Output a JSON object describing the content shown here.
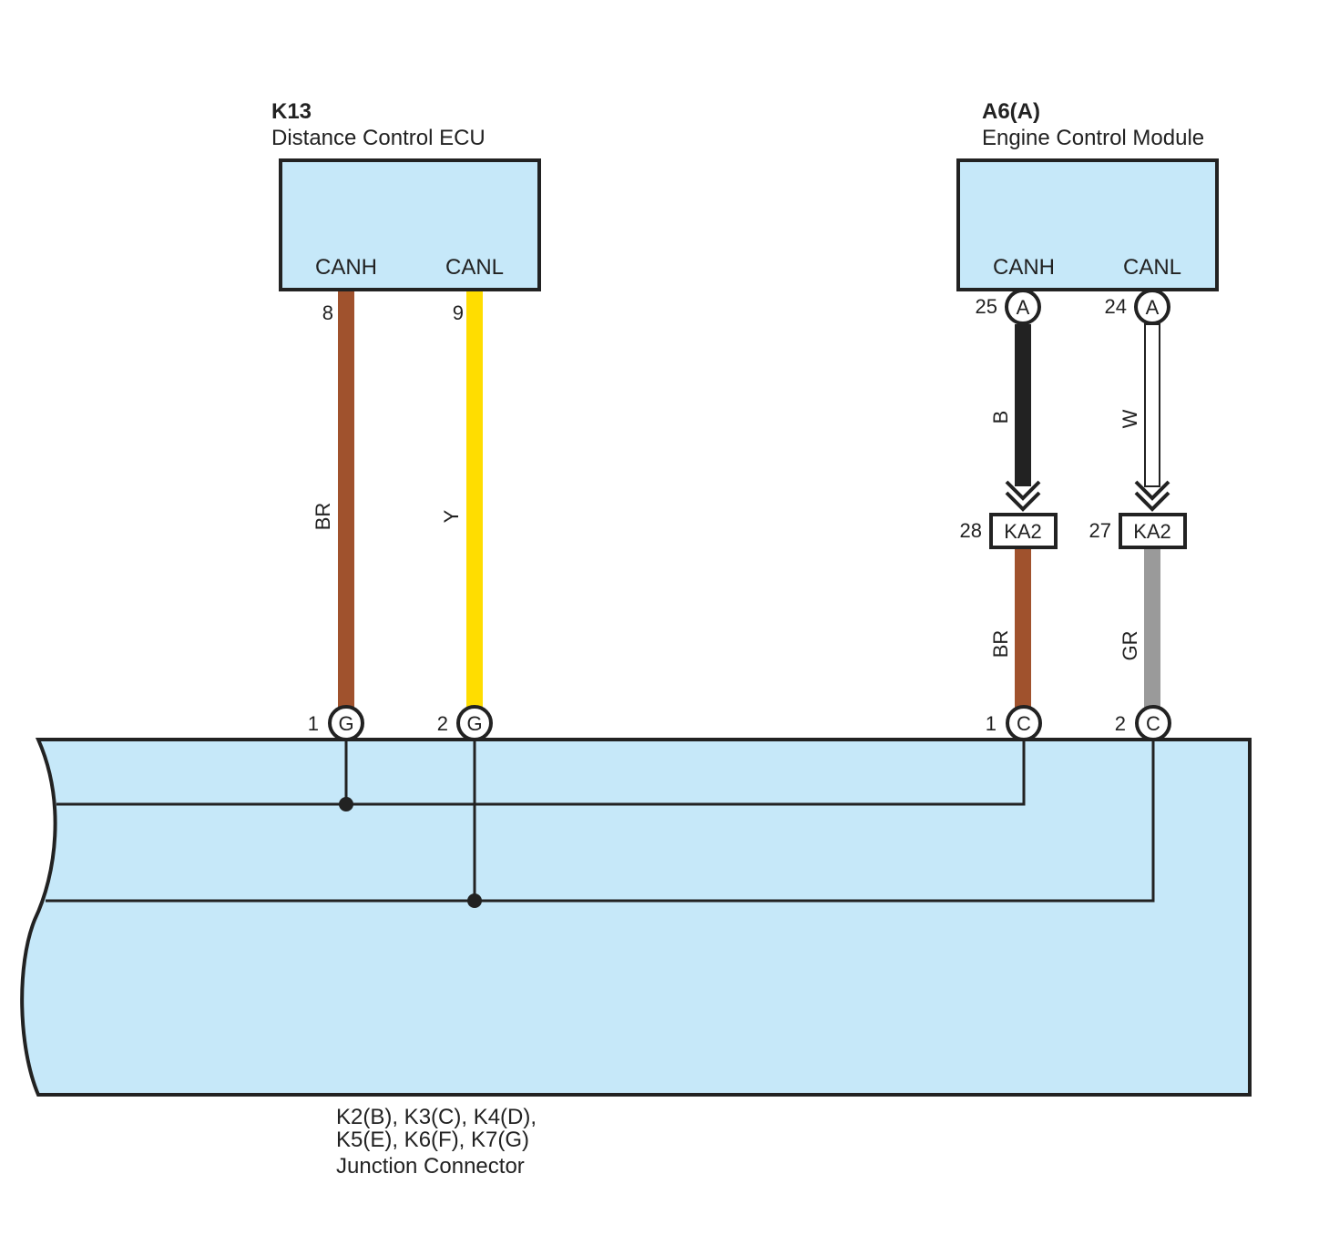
{
  "components": {
    "distance_ecu": {
      "code": "K13",
      "name": "Distance Control ECU",
      "canh_label": "CANH",
      "canl_label": "CANL",
      "canh_pin": "8",
      "canl_pin": "9"
    },
    "ecm": {
      "code": "A6(A)",
      "name": "Engine Control Module",
      "canh_label": "CANH",
      "canl_label": "CANL",
      "canh_pin": "25",
      "canl_pin": "24",
      "connector_letter": "A"
    },
    "junction": {
      "line1": "K2(B), K3(C), K4(D),",
      "line2": "K5(E), K6(F), K7(G)",
      "name": "Junction Connector",
      "pin_g1": "1",
      "pin_g2": "2",
      "pin_c1": "1",
      "pin_c2": "2",
      "letter_g": "G",
      "letter_c": "C"
    },
    "inline_connector": {
      "code": "KA2",
      "pin_canh": "28",
      "pin_canl": "27"
    }
  },
  "wires": {
    "ecu_canh": {
      "color_code": "BR",
      "color": "#a0522d"
    },
    "ecu_canl": {
      "color_code": "Y",
      "color": "#ffdd00"
    },
    "ecm_canh": {
      "color_code": "B",
      "color": "#222222"
    },
    "ecm_canl": {
      "color_code": "W",
      "color": "#ffffff"
    },
    "jc_canh": {
      "color_code": "BR",
      "color": "#a0522d"
    },
    "jc_canl": {
      "color_code": "GR",
      "color": "#9a9a9a"
    }
  },
  "colors": {
    "component_fill": "#c6e8f9",
    "outline": "#222222"
  }
}
